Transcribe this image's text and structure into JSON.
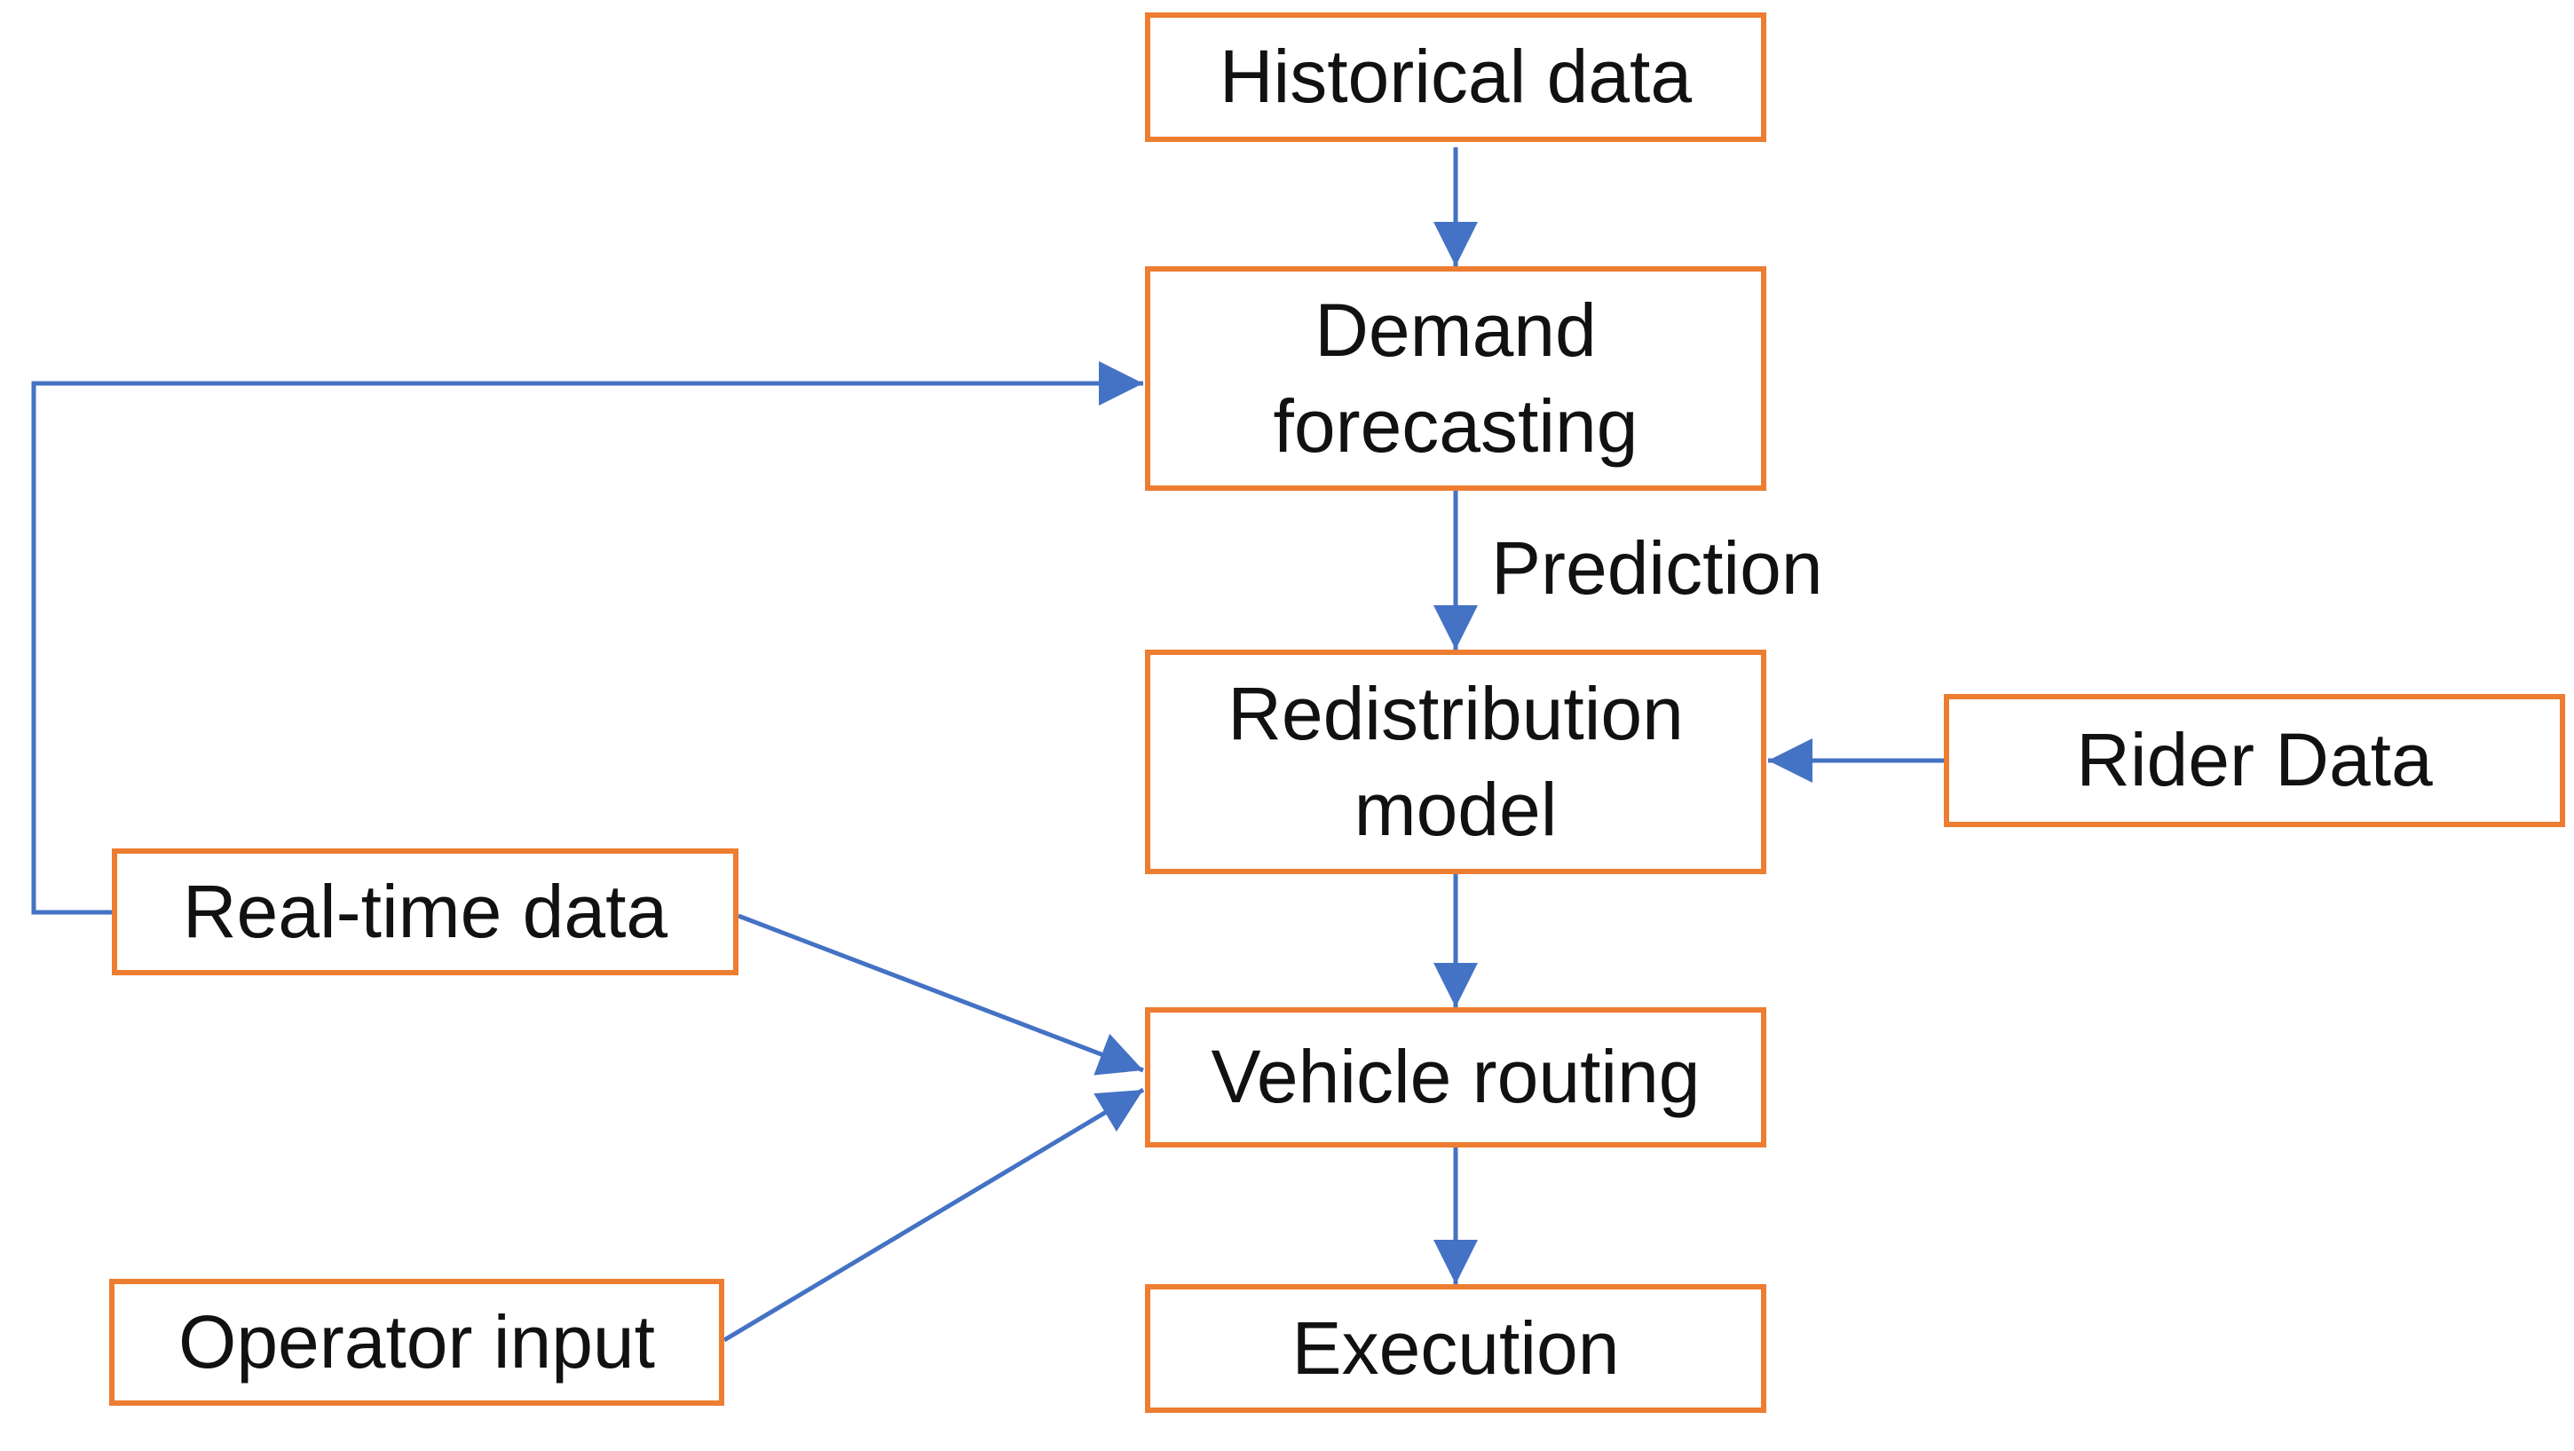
{
  "diagram": {
    "nodes": {
      "historical": {
        "label": "Historical data",
        "lines": [
          "Historical data"
        ]
      },
      "demand": {
        "label": "Demand forecasting",
        "lines": [
          "Demand",
          "forecasting"
        ]
      },
      "redistribution": {
        "label": "Redistribution model",
        "lines": [
          "Redistribution",
          "model"
        ]
      },
      "rider": {
        "label": "Rider Data",
        "lines": [
          "Rider Data"
        ]
      },
      "vehicle": {
        "label": "Vehicle routing",
        "lines": [
          "Vehicle routing"
        ]
      },
      "execution": {
        "label": "Execution",
        "lines": [
          "Execution"
        ]
      },
      "realtime": {
        "label": "Real-time data",
        "lines": [
          "Real-time data"
        ]
      },
      "operator": {
        "label": "Operator input",
        "lines": [
          "Operator input"
        ]
      }
    },
    "edge_labels": {
      "prediction": "Prediction"
    },
    "edges": [
      {
        "from": "Historical data",
        "to": "Demand forecasting"
      },
      {
        "from": "Demand forecasting",
        "to": "Redistribution model",
        "label": "Prediction"
      },
      {
        "from": "Rider Data",
        "to": "Redistribution model"
      },
      {
        "from": "Redistribution model",
        "to": "Vehicle routing"
      },
      {
        "from": "Vehicle routing",
        "to": "Execution"
      },
      {
        "from": "Real-time data",
        "to": "Demand forecasting"
      },
      {
        "from": "Real-time data",
        "to": "Vehicle routing"
      },
      {
        "from": "Operator input",
        "to": "Vehicle routing"
      }
    ],
    "colors": {
      "box_border": "#ED7D31",
      "arrow": "#4472C4",
      "text": "#111111",
      "background": "#ffffff"
    }
  }
}
